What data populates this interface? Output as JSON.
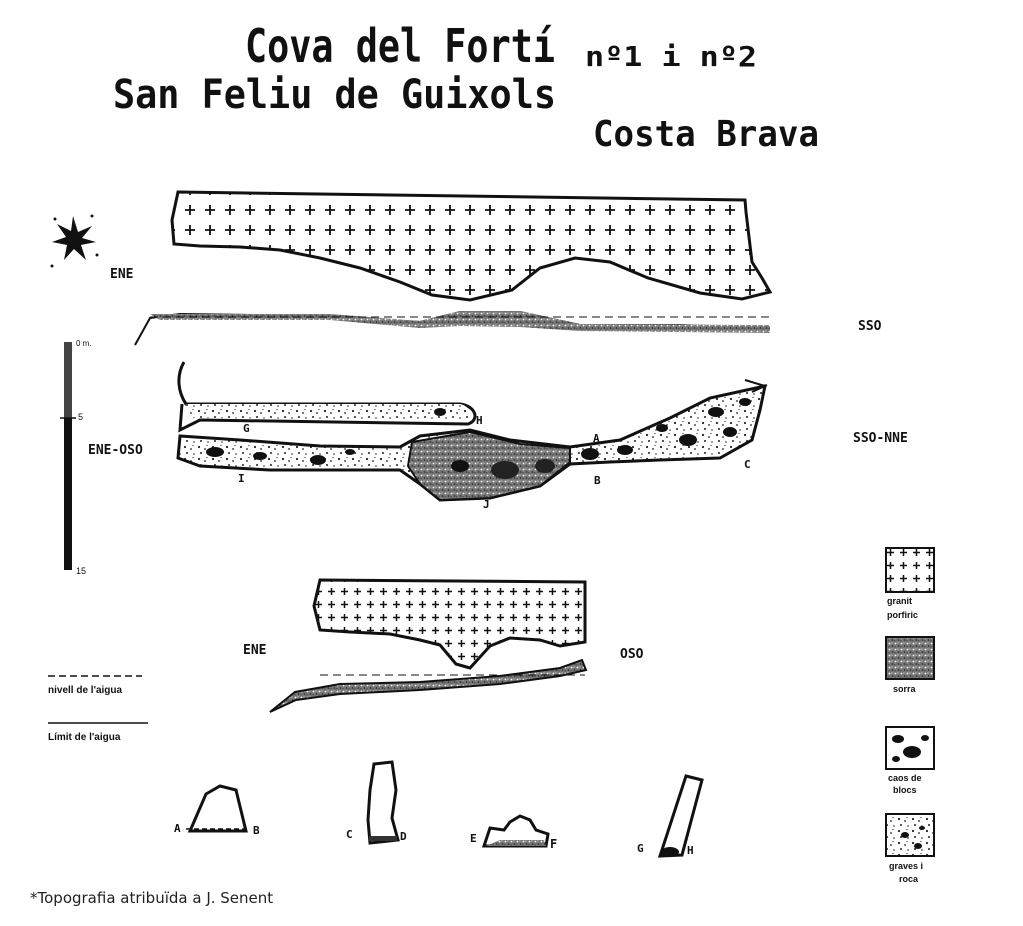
{
  "title": {
    "main": "Cova del Fortí",
    "numbers": "nº1 i nº2",
    "place": "San Feliu de Guixols",
    "region": "Costa Brava"
  },
  "labels": {
    "section_top_dir": "ENE",
    "profile_dir": "SSO",
    "plan_left_dir": "ENE-OSO",
    "plan_right_dir": "SSO-NNE",
    "lower_left_dir": "ENE",
    "lower_right_dir": "OSO"
  },
  "scale": {
    "top": "0 m.",
    "mid": "5",
    "bottom": "15"
  },
  "plan_letters": [
    "G",
    "H",
    "A",
    "B",
    "I",
    "J",
    "C"
  ],
  "water_legend": {
    "water_level": "nivell de l'aigua",
    "water_limit": "Límit de l'aigua"
  },
  "cross_sections": [
    {
      "left": "A",
      "right": "B"
    },
    {
      "left": "C",
      "right": "D"
    },
    {
      "left": "E",
      "right": "F"
    },
    {
      "left": "G",
      "right": "H"
    }
  ],
  "legend": [
    {
      "line1": "granit",
      "line2": "porfiric"
    },
    {
      "line1": "sorra",
      "line2": ""
    },
    {
      "line1": "caos de",
      "line2": "blocs"
    },
    {
      "line1": "graves i",
      "line2": "roca"
    }
  ],
  "caption": "*Topografia atribuïda a J. Senent"
}
